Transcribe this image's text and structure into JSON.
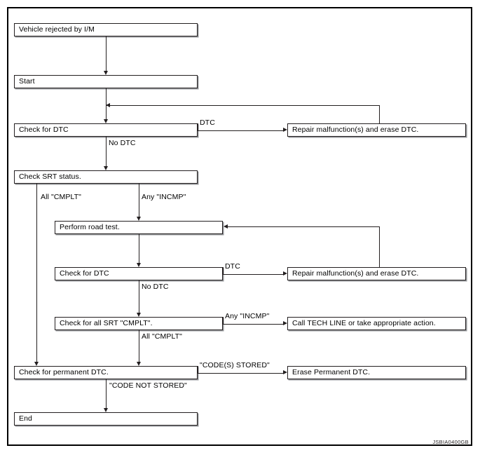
{
  "figure": {
    "code": "JSBIA0400GB",
    "type": "flowchart",
    "title": "I/M inspection / DTC and SRT diagnostic work flow"
  },
  "nodes": {
    "vehicle_rejected": "Vehicle rejected by I/M",
    "start": "Start",
    "check_dtc_1": "Check for DTC",
    "repair_1": "Repair malfunction(s) and erase DTC.",
    "check_srt_status": "Check SRT status.",
    "perform_road_test": "Perform road test.",
    "check_dtc_2": "Check for DTC",
    "repair_2": "Repair malfunction(s) and erase DTC.",
    "check_all_srt": "Check for all SRT \"CMPLT\".",
    "call_tech_line": "Call TECH LINE or take appropriate action.",
    "check_permanent_dtc": "Check for permanent DTC.",
    "erase_permanent_dtc": "Erase Permanent DTC.",
    "end": "End"
  },
  "edges": {
    "dtc_1": "DTC",
    "no_dtc_1": "No DTC",
    "all_cmplt_1": "All \"CMPLT\"",
    "any_incmp_1": "Any \"INCMP\"",
    "dtc_2": "DTC",
    "no_dtc_2": "No DTC",
    "any_incmp_2": "Any \"INCMP\"",
    "all_cmplt_2": "All \"CMPLT\"",
    "codes_stored": "\"CODE(S) STORED\"",
    "code_not_stored": "\"CODE NOT STORED\""
  },
  "colors": {
    "line": "#231f20",
    "shadow": "#939598",
    "background": "#ffffff"
  }
}
